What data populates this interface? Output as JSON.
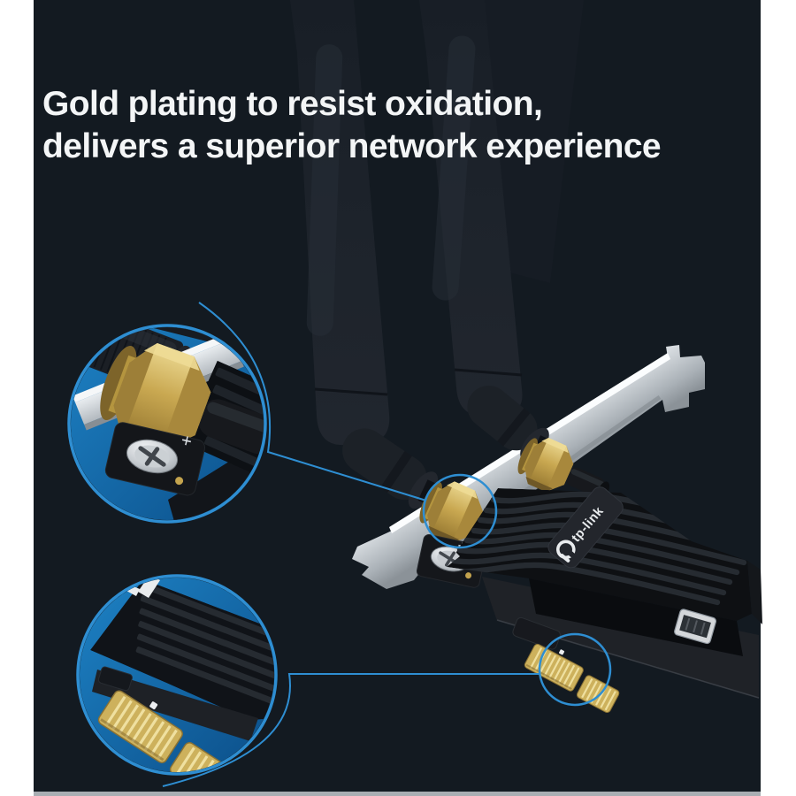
{
  "panel": {
    "page_background": "#ffffff",
    "photo_background": "#131a21",
    "bottom_strip_color": "#a9aeb3"
  },
  "headline": {
    "line1": "Gold plating to resist oxidation,",
    "line2": "delivers a superior network experience",
    "color": "#f3f5f6"
  },
  "brand": {
    "logo_text": "tp-link"
  },
  "product": {
    "description_icons": {
      "antenna-icon": "two black detachable antennas",
      "bracket-icon": "silver PCI bracket",
      "gold-nut-icon": "gold-plated antenna connector nut",
      "gold-fingers-icon": "gold-plated PCIe x1 edge connector",
      "heatsink-icon": "black ribbed heatsink with tp-link plate"
    },
    "colors": {
      "accent_blue": "#2e8ed2",
      "callout_blue_light": "#1e83c6",
      "callout_blue_dark": "#0b4d87",
      "gold": "#c9a851",
      "silver": "#d7dbdf",
      "heatsink_dark": "#0e1013"
    }
  },
  "callouts": {
    "top": "antenna-connector-closeup",
    "bottom": "pcie-connector-closeup"
  }
}
